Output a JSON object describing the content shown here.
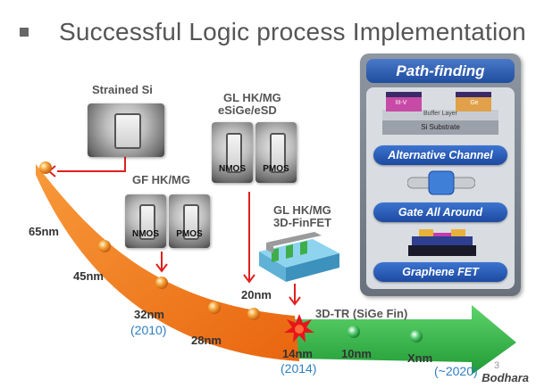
{
  "title": "Successful Logic process Implementation",
  "nodes": {
    "n65": "65nm",
    "n45": "45nm",
    "n32": "32nm",
    "n32_year": "(2010)",
    "n28": "28nm",
    "n20": "20nm",
    "n14": "14nm",
    "n14_year": "(2014)",
    "n10": "10nm",
    "nx": "Xnm",
    "nx_year": "(~2020)"
  },
  "technologies": {
    "strained_si": "Strained Si",
    "gf_hkmg": "GF HK/MG",
    "gl_hkmg_esige_line1": "GL HK/MG",
    "gl_hkmg_esige_line2": "eSiGe/eSD",
    "finfet_line1": "GL HK/MG",
    "finfet_line2": "3D-FinFET",
    "sige_fin": "3D-TR (SiGe Fin)"
  },
  "sem_labels": {
    "nmos": "NMOS",
    "pmos": "PMOS"
  },
  "pathfinding": {
    "header": "Path-finding",
    "layer_iiiv": "III-V",
    "layer_ge": "Ge",
    "buffer_layer": "Buffer Layer",
    "substrate": "Si Substrate",
    "items": [
      "Alternative Channel",
      "Gate All Around",
      "Graphene FET"
    ]
  },
  "page_number": "3",
  "watermark": "Bodhara",
  "colors": {
    "orange_arrow": "#f07a1c",
    "green_arrow": "#2fb845",
    "red_pointer": "#e0201e",
    "year_blue": "#2e7fc2",
    "pill_blue": "#1d4aa0"
  }
}
